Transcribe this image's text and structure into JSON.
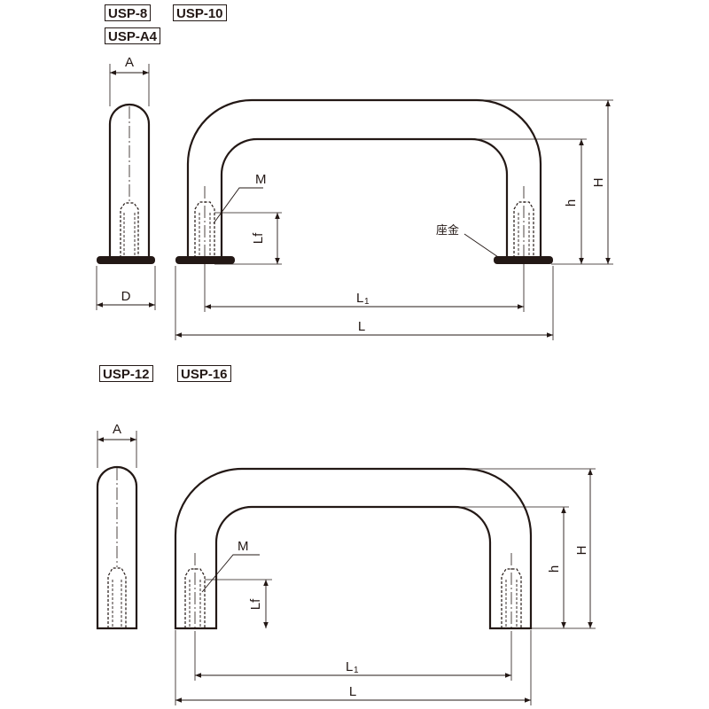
{
  "top_group": {
    "tags": [
      "USP-8",
      "USP-10",
      "USP-A4"
    ],
    "labels": {
      "A": "A",
      "D": "D",
      "M": "M",
      "Lf": "Lf",
      "L1_main": "L",
      "L1_sub": "1",
      "L": "L",
      "h": "h",
      "H": "H",
      "washer": "座金"
    }
  },
  "bottom_group": {
    "tags": [
      "USP-12",
      "USP-16"
    ],
    "labels": {
      "A": "A",
      "M": "M",
      "Lf": "Lf",
      "L1_main": "L",
      "L1_sub": "1",
      "L": "L",
      "h": "h",
      "H": "H"
    }
  },
  "colors": {
    "line": "#231815",
    "washer": "#231815",
    "paper": "#ffffff"
  }
}
